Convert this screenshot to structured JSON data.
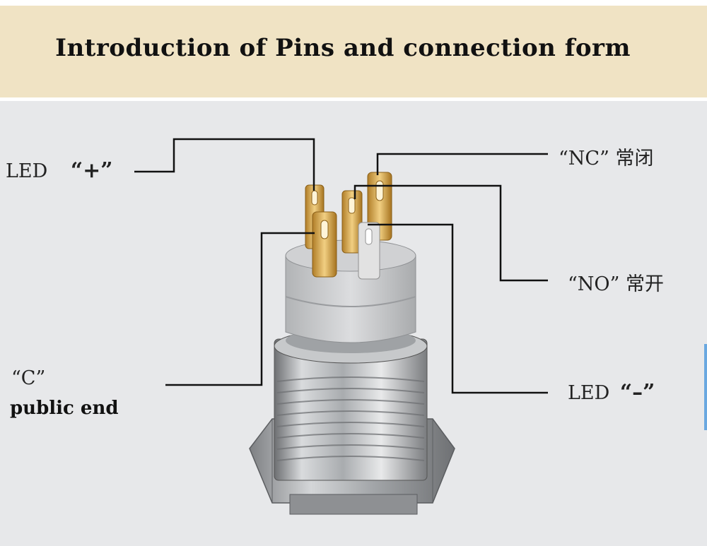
{
  "title": "Introduction of Pins and connection form",
  "labels": {
    "led_plus": {
      "prefix": "LED",
      "mark": "“+”"
    },
    "nc": {
      "text": "“NC” 常闭"
    },
    "no": {
      "text": "“NO” 常开"
    },
    "c": {
      "text": "“C”"
    },
    "c_desc": "public end",
    "led_minus": {
      "prefix": "LED",
      "mark": "“–”"
    }
  },
  "colors": {
    "banner": "#f0e3c4",
    "panel": "#e7e8ea",
    "line": "#111111",
    "metal": "#b9bcbf",
    "pin": "#d7a54a"
  }
}
